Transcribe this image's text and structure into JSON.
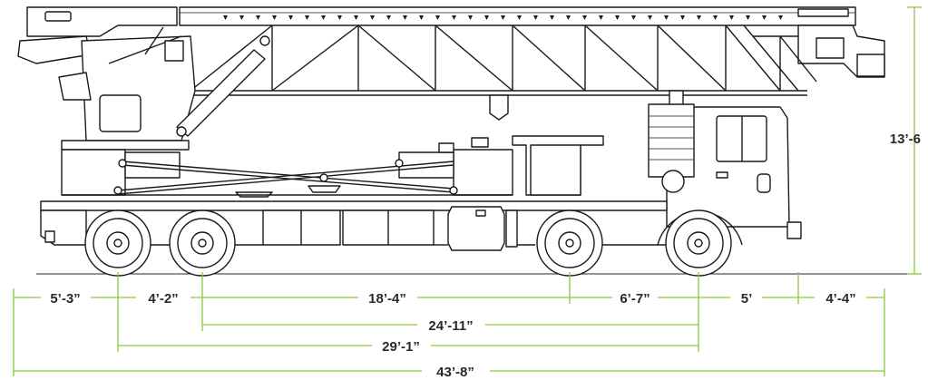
{
  "colors": {
    "line": "#1a1a1a",
    "dimension": "#8cc63f",
    "text": "#2a2a2a",
    "background": "#ffffff"
  },
  "dimensions": {
    "height": "13’-6",
    "front_overhang": "5’-3”",
    "axle_spacing_rear": "4’-2”",
    "middle_span": "18’-4”",
    "front_axle_spacing": "6’-7”",
    "cab_section": "5’",
    "rear_overhang": "4’-4”",
    "wheelbase_a": "24’-11”",
    "wheelbase_b": "29’-1”",
    "overall_length": "43’-8”"
  }
}
